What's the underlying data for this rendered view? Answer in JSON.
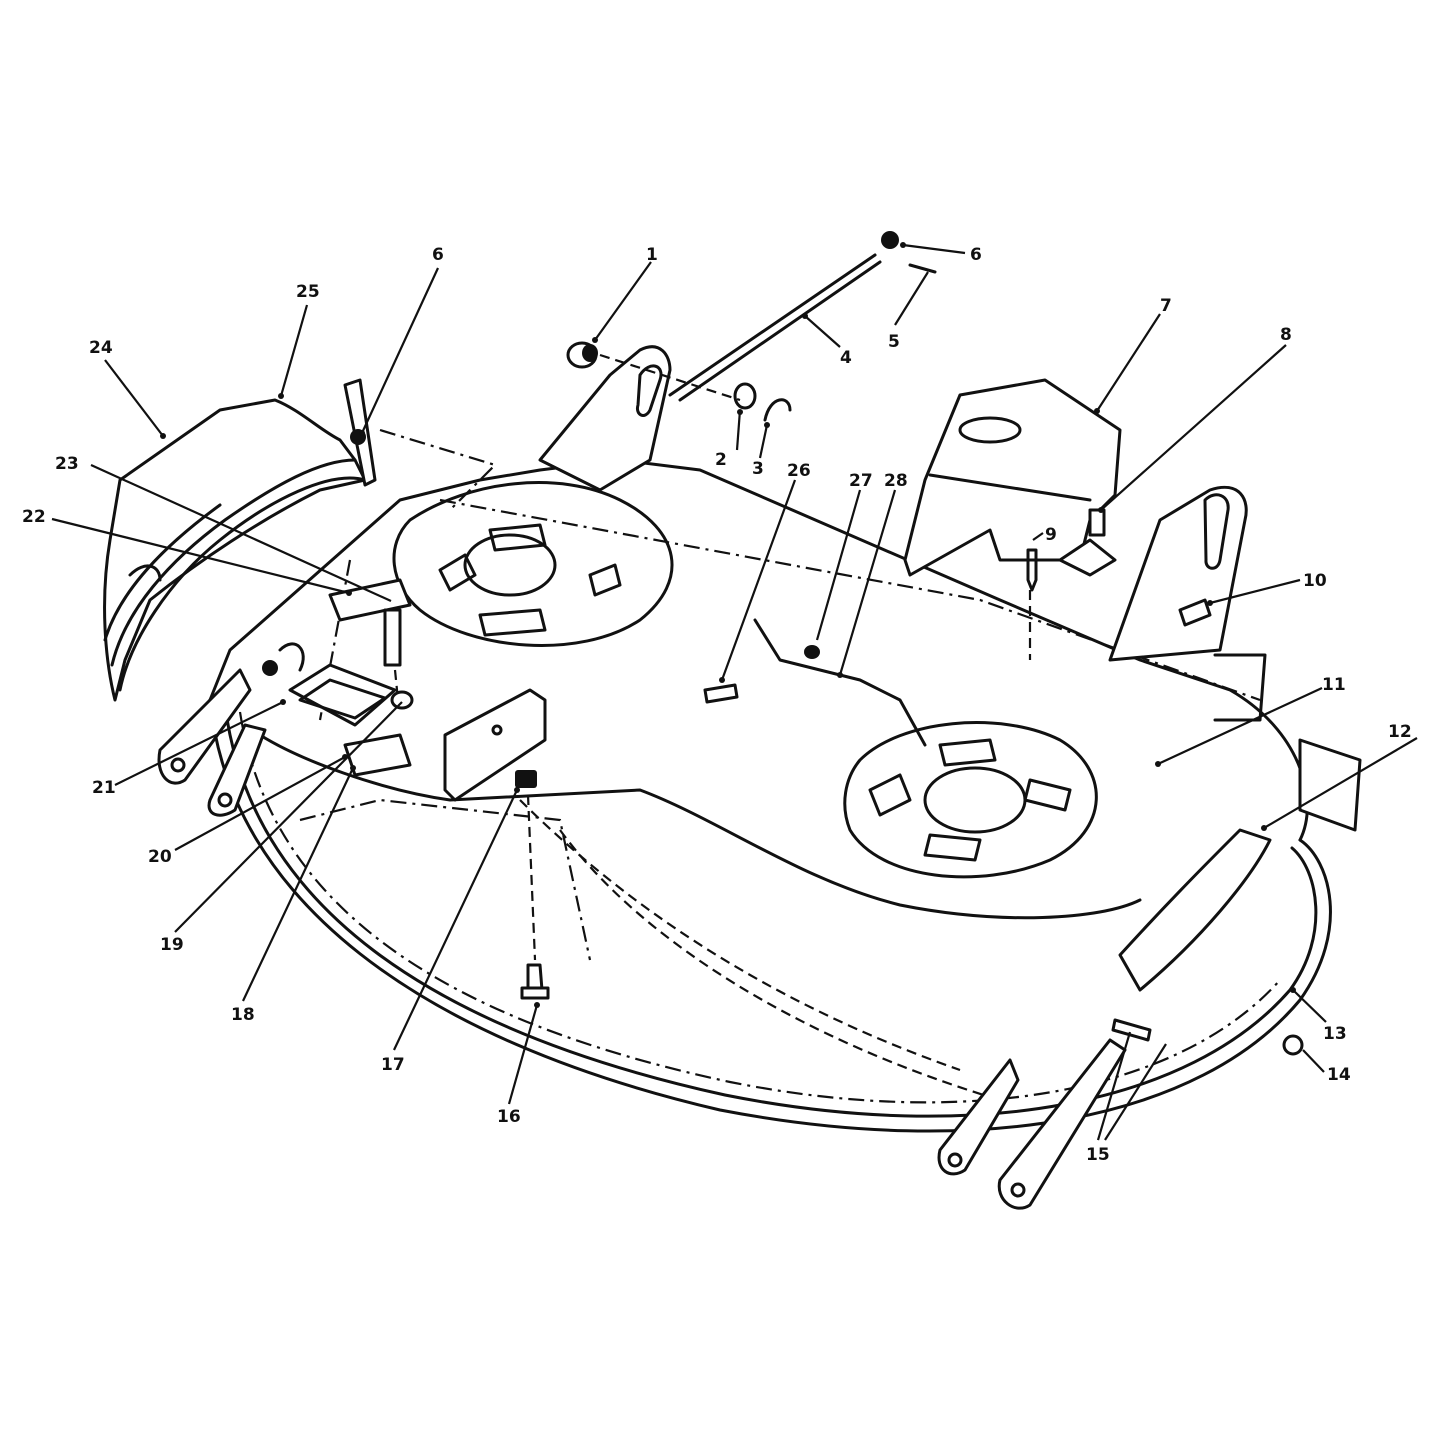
{
  "callouts": [
    {
      "id": "c1",
      "text": "1"
    },
    {
      "id": "c2",
      "text": "2"
    },
    {
      "id": "c3",
      "text": "3"
    },
    {
      "id": "c4",
      "text": "4"
    },
    {
      "id": "c5",
      "text": "5"
    },
    {
      "id": "c6a",
      "text": "6"
    },
    {
      "id": "c6b",
      "text": "6"
    },
    {
      "id": "c7",
      "text": "7"
    },
    {
      "id": "c8",
      "text": "8"
    },
    {
      "id": "c9",
      "text": "9"
    },
    {
      "id": "c10",
      "text": "10"
    },
    {
      "id": "c11",
      "text": "11"
    },
    {
      "id": "c12",
      "text": "12"
    },
    {
      "id": "c13",
      "text": "13"
    },
    {
      "id": "c14",
      "text": "14"
    },
    {
      "id": "c15",
      "text": "15"
    },
    {
      "id": "c16",
      "text": "16"
    },
    {
      "id": "c17",
      "text": "17"
    },
    {
      "id": "c18",
      "text": "18"
    },
    {
      "id": "c19",
      "text": "19"
    },
    {
      "id": "c20",
      "text": "20"
    },
    {
      "id": "c21",
      "text": "21"
    },
    {
      "id": "c22",
      "text": "22"
    },
    {
      "id": "c23",
      "text": "23"
    },
    {
      "id": "c24",
      "text": "24"
    },
    {
      "id": "c25",
      "text": "25"
    },
    {
      "id": "c26",
      "text": "26"
    },
    {
      "id": "c27",
      "text": "27"
    },
    {
      "id": "c28",
      "text": "28"
    }
  ]
}
